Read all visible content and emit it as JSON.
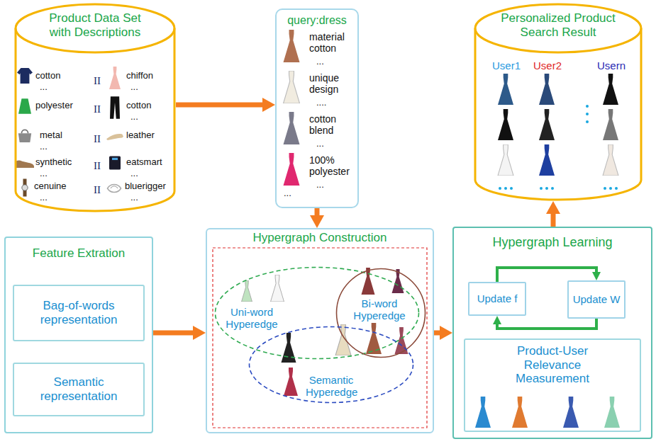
{
  "diagram": {
    "nodes": [
      {
        "text": [
          "Product Data Set with Descriptions"
        ]
      },
      {
        "text": [
          "query:dress"
        ]
      },
      {
        "text": [
          "Personalized Product Search Result"
        ]
      },
      {
        "text": [
          "Feature Extration"
        ]
      },
      {
        "text": [
          "Bag-of-words representation"
        ],
        "in": 3
      },
      {
        "text": [
          "Semantic representation"
        ],
        "in": 3
      },
      {
        "text": [
          "Hypergraph Construction"
        ]
      },
      {
        "text": [
          "Uni-word Hyperedge"
        ],
        "in": 6
      },
      {
        "text": [
          "Bi-word Hyperedge"
        ],
        "in": 6
      },
      {
        "text": [
          "Semantic Hyperedge"
        ],
        "in": 6
      },
      {
        "text": [
          "Hypergraph Learning"
        ]
      },
      {
        "text": [
          "Update f"
        ],
        "in": 10
      },
      {
        "text": [
          "Update W"
        ],
        "in": 10
      },
      {
        "text": [
          "Product-User Relevance Measurement"
        ],
        "in": 10
      }
    ],
    "edges": [
      {
        "from": 0,
        "to": 1,
        "arrow": "to"
      },
      {
        "from": 1,
        "to": 6,
        "arrow": "to"
      },
      {
        "from": 3,
        "to": 6,
        "arrow": "to"
      },
      {
        "from": 6,
        "to": 10,
        "arrow": "to"
      },
      {
        "from": 10,
        "to": 2,
        "arrow": "to"
      },
      {
        "from": 11,
        "to": 12,
        "arrow": "to"
      },
      {
        "from": 12,
        "to": 11,
        "arrow": "to"
      }
    ],
    "labels": [
      "cotton",
      "...",
      "polyester",
      "metal",
      "...",
      "synthetic",
      "...",
      "cenuine",
      "...",
      "II",
      "II",
      "II",
      "II",
      "II",
      "chiffon",
      "...",
      "cotton",
      "...",
      "leather",
      "eatsmart",
      "...",
      "bluerigger",
      "...",
      "material cotton",
      "...",
      "unique design",
      "....",
      "cotton blend",
      "...",
      "100% polyester",
      "...",
      "...",
      "User1",
      "User2",
      "Usern"
    ]
  }
}
